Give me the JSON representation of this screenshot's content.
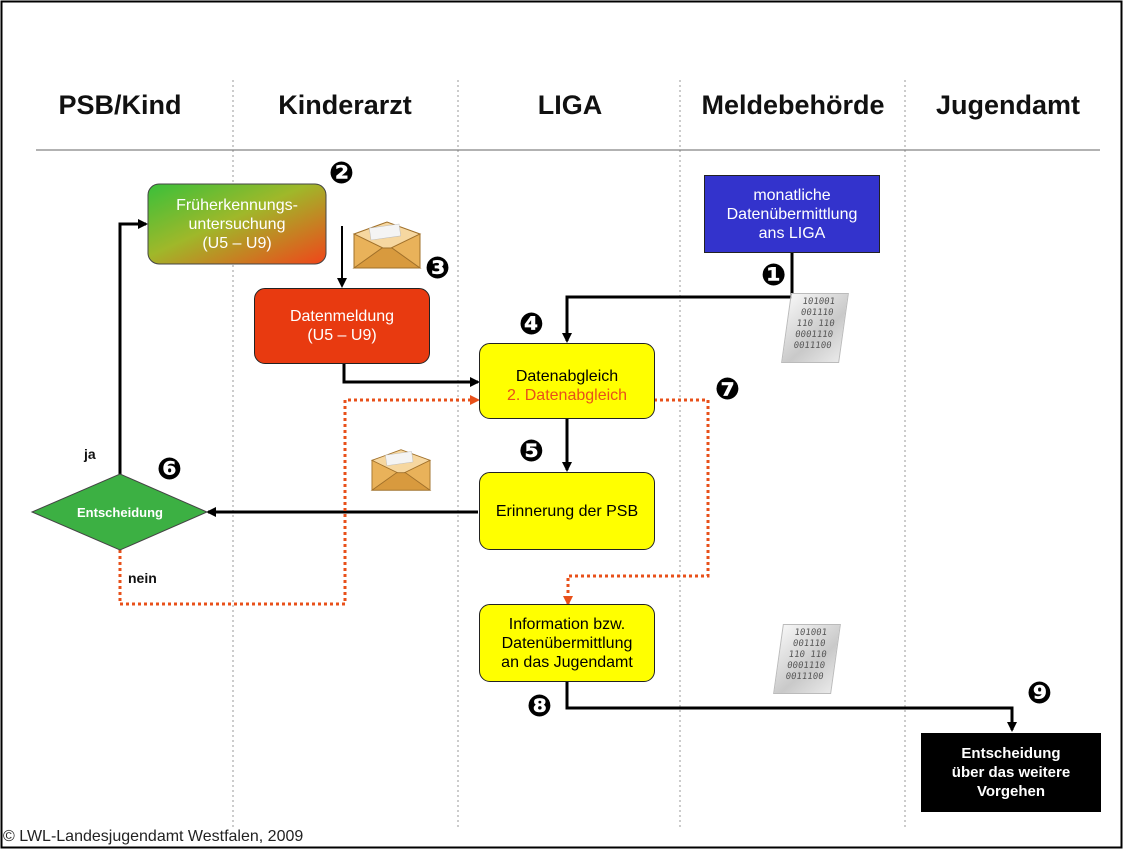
{
  "columns": [
    "PSB/Kind",
    "Kinderarzt",
    "LIGA",
    "Meldebehörde",
    "Jugendamt"
  ],
  "nodes": {
    "frueherkennung": [
      "Früherkennungs-",
      "untersuchung",
      "(U5 – U9)"
    ],
    "datenmeldung": [
      "Datenmeldung",
      "(U5 – U9)"
    ],
    "monatlich": [
      "monatliche",
      "Datenübermittlung",
      "ans LIGA"
    ],
    "datenabgleich": "Datenabgleich",
    "datenabgleich2": "2. Datenabgleich",
    "erinnerung": "Erinnerung der PSB",
    "information": [
      "Information bzw.",
      "Datenübermittlung",
      "an das Jugendamt"
    ],
    "entscheidung": "Entscheidung",
    "entscheidung_final": [
      "Entscheidung",
      "über das weitere",
      "Vorgehen"
    ]
  },
  "edge_labels": {
    "yes": "ja",
    "no": "nein"
  },
  "step_numbers": [
    "❶",
    "❷",
    "❸",
    "❹",
    "❺",
    "❻",
    "❼",
    "❽",
    "❾"
  ],
  "binary_block": [
    "101001",
    "001110",
    "110 110",
    "0001110",
    "0011100"
  ],
  "icons": [
    "envelope-icon",
    "binary-data-icon"
  ],
  "footer": "© LWL-Landesjugendamt Westfalen, 2009",
  "colors": {
    "green": "#3cb043",
    "red": "#e83a10",
    "yellow": "#ffff00",
    "blue": "#3333cc",
    "dotted": "#e8501a",
    "black": "#000000"
  }
}
